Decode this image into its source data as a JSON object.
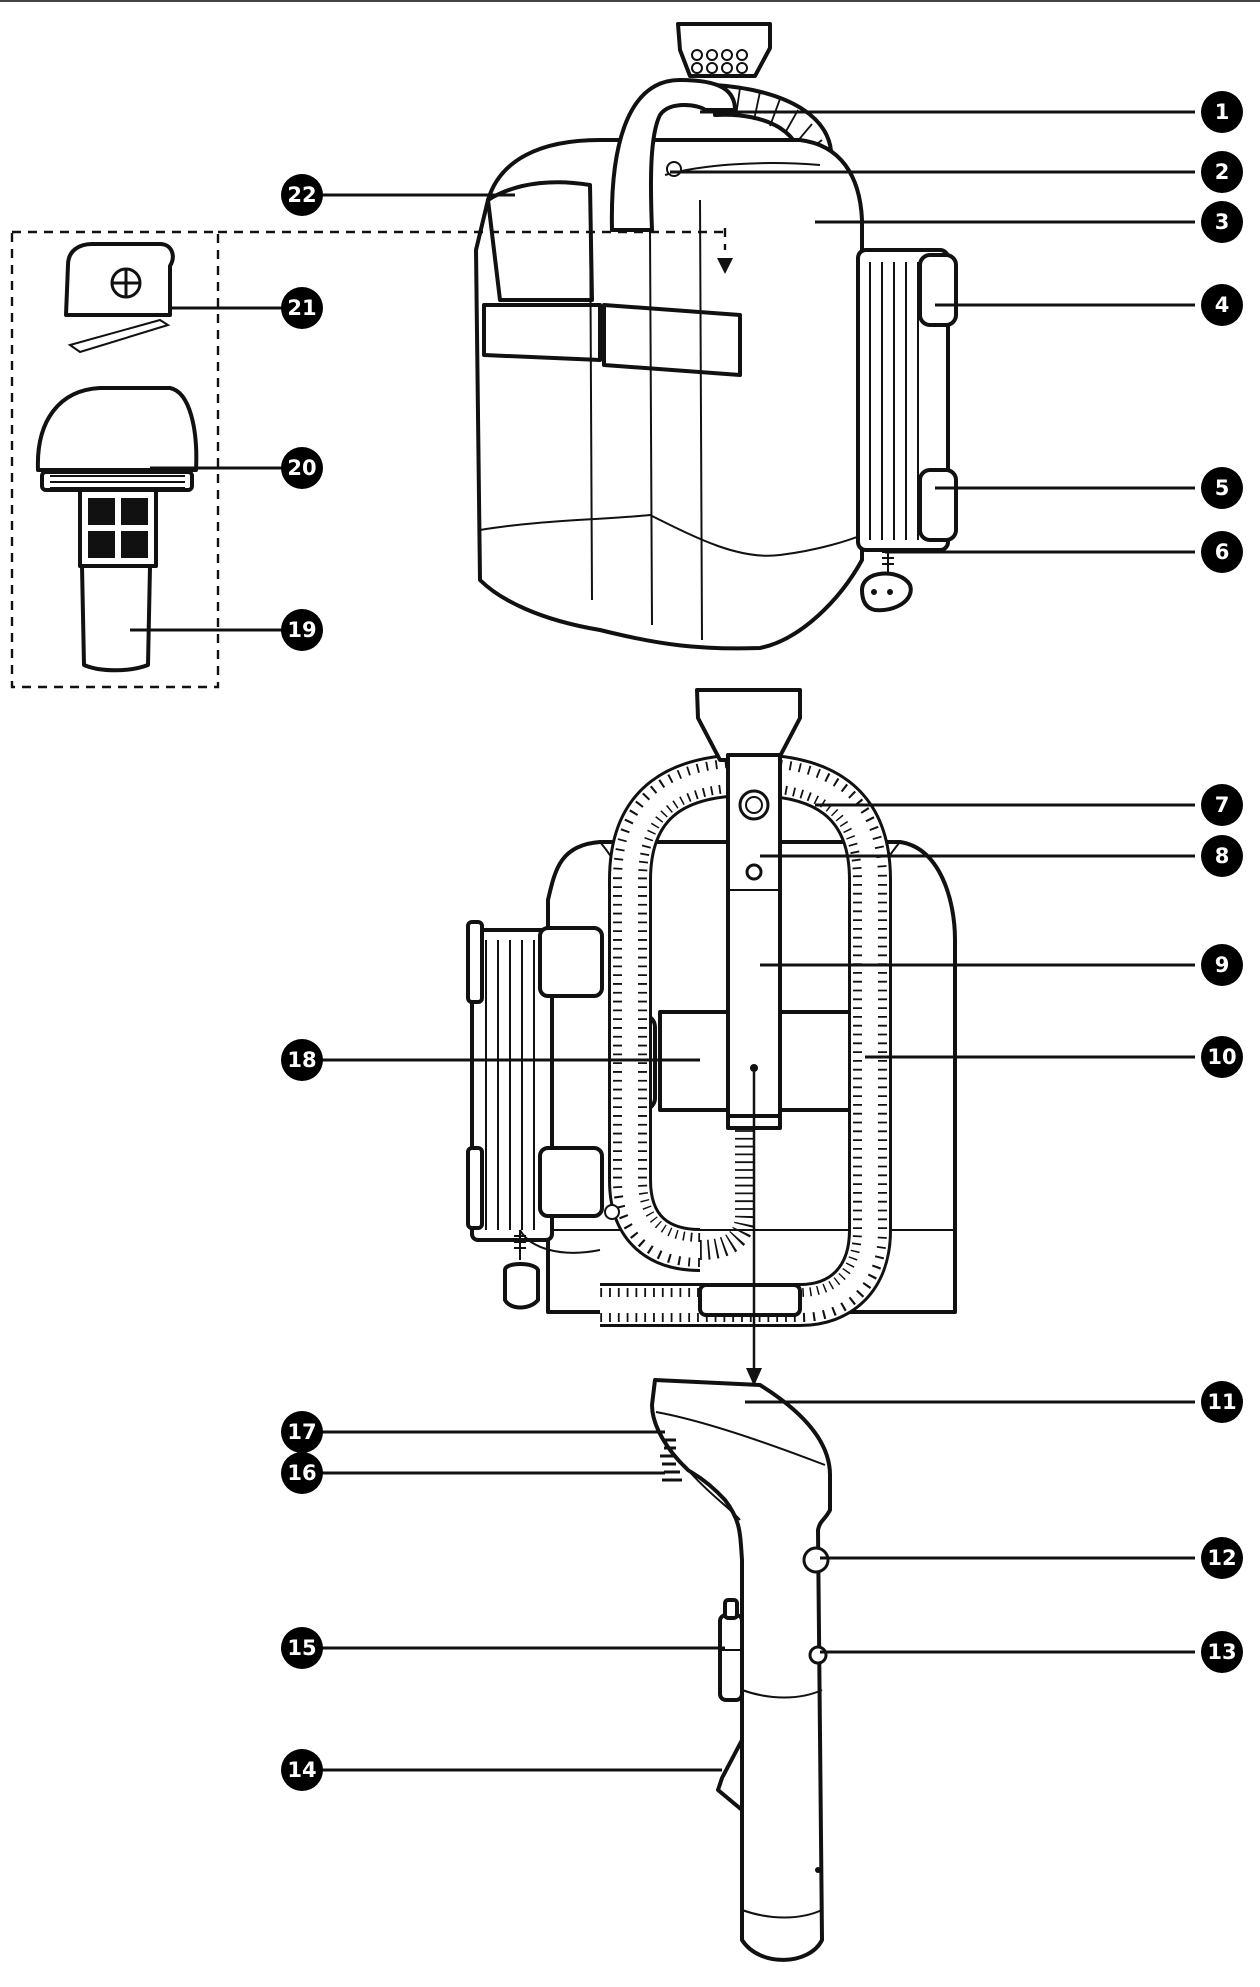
{
  "callouts": [
    {
      "n": "1"
    },
    {
      "n": "2"
    },
    {
      "n": "3"
    },
    {
      "n": "4"
    },
    {
      "n": "5"
    },
    {
      "n": "6"
    },
    {
      "n": "7"
    },
    {
      "n": "8"
    },
    {
      "n": "9"
    },
    {
      "n": "10"
    },
    {
      "n": "11"
    },
    {
      "n": "12"
    },
    {
      "n": "13"
    },
    {
      "n": "14"
    },
    {
      "n": "15"
    },
    {
      "n": "16"
    },
    {
      "n": "17"
    },
    {
      "n": "18"
    },
    {
      "n": "19"
    },
    {
      "n": "20"
    },
    {
      "n": "21"
    },
    {
      "n": "22"
    }
  ],
  "colors": {
    "line": "#111111",
    "badge": "#000000",
    "background": "#ffffff"
  }
}
